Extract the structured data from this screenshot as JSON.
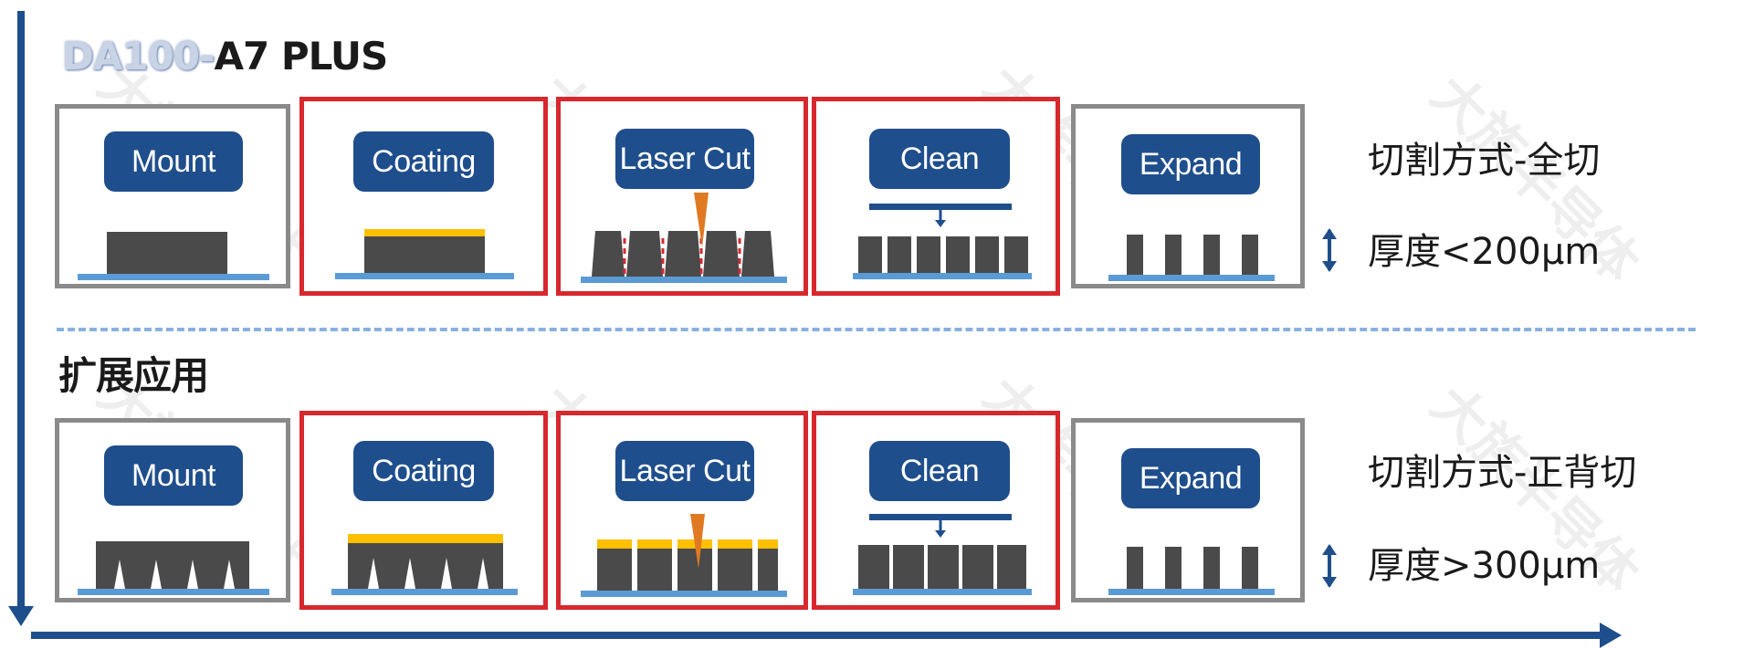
{
  "title": {
    "prefix": "DA100-",
    "suffix": "A7 PLUS"
  },
  "extension_title": "扩展应用",
  "steps": [
    "Mount",
    "Coating",
    "Laser Cut",
    "Clean",
    "Expand"
  ],
  "rows": [
    {
      "method": "切割方式-全切",
      "thickness": "厚度<200μm"
    },
    {
      "method": "切割方式-正背切",
      "thickness": "厚度>300μm"
    }
  ],
  "watermark": "大族半导体",
  "colors": {
    "primary_blue": "#1f4e8c",
    "highlight_red": "#d7282e",
    "neutral_grey": "#8a8a8a",
    "wafer_dark": "#4a4a4a",
    "tape_blue": "#5b9bd5",
    "coating_yellow": "#ffc000",
    "laser_orange": "#e07a22"
  }
}
